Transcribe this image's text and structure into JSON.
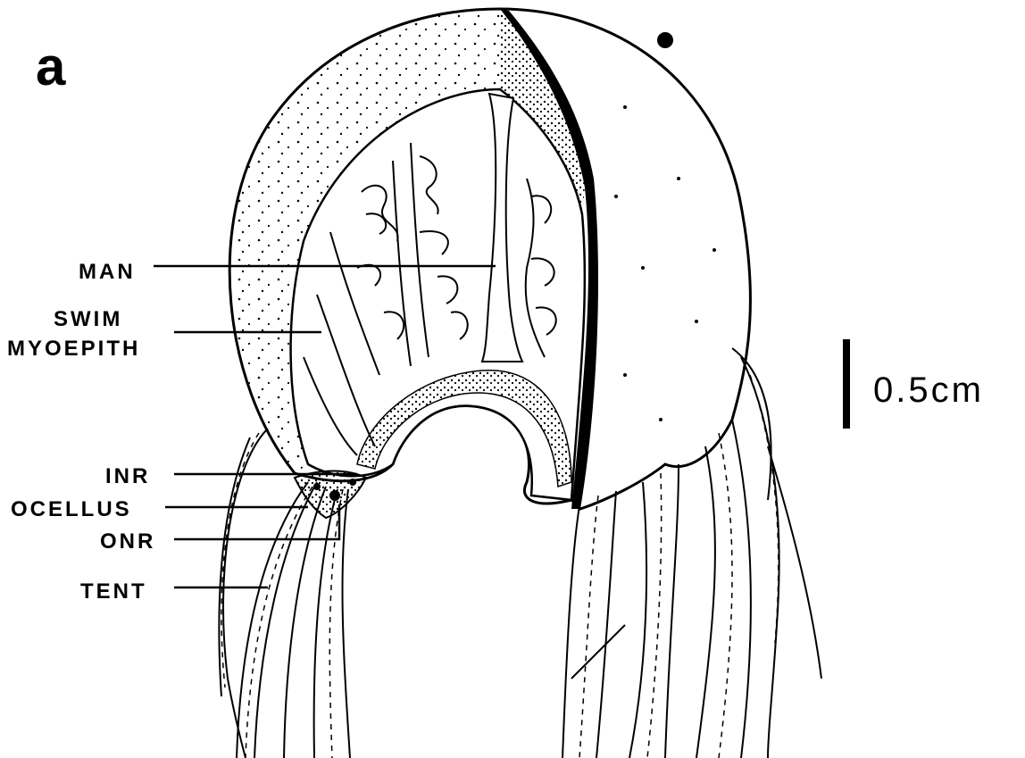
{
  "panel_label": "a",
  "labels": {
    "man": "MAN",
    "swim_line1": "SWIM",
    "swim_line2": "MYOEPITH",
    "inr": "INR",
    "ocellus": "OCELLUS",
    "onr": "ONR",
    "tent": "TENT"
  },
  "scale_bar": {
    "label": "0.5cm"
  },
  "colors": {
    "ink": "#000000",
    "paper": "#ffffff"
  }
}
